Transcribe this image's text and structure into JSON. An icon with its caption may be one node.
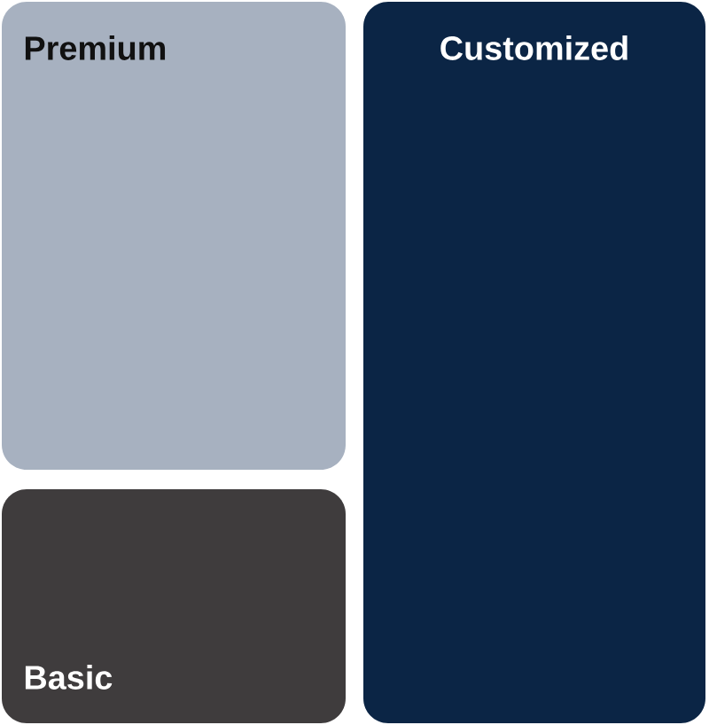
{
  "diagram": {
    "nodes": [
      {
        "text": [
          "Premium"
        ]
      },
      {
        "text": [
          "Customized"
        ]
      },
      {
        "text": [
          "Basic"
        ]
      }
    ]
  }
}
